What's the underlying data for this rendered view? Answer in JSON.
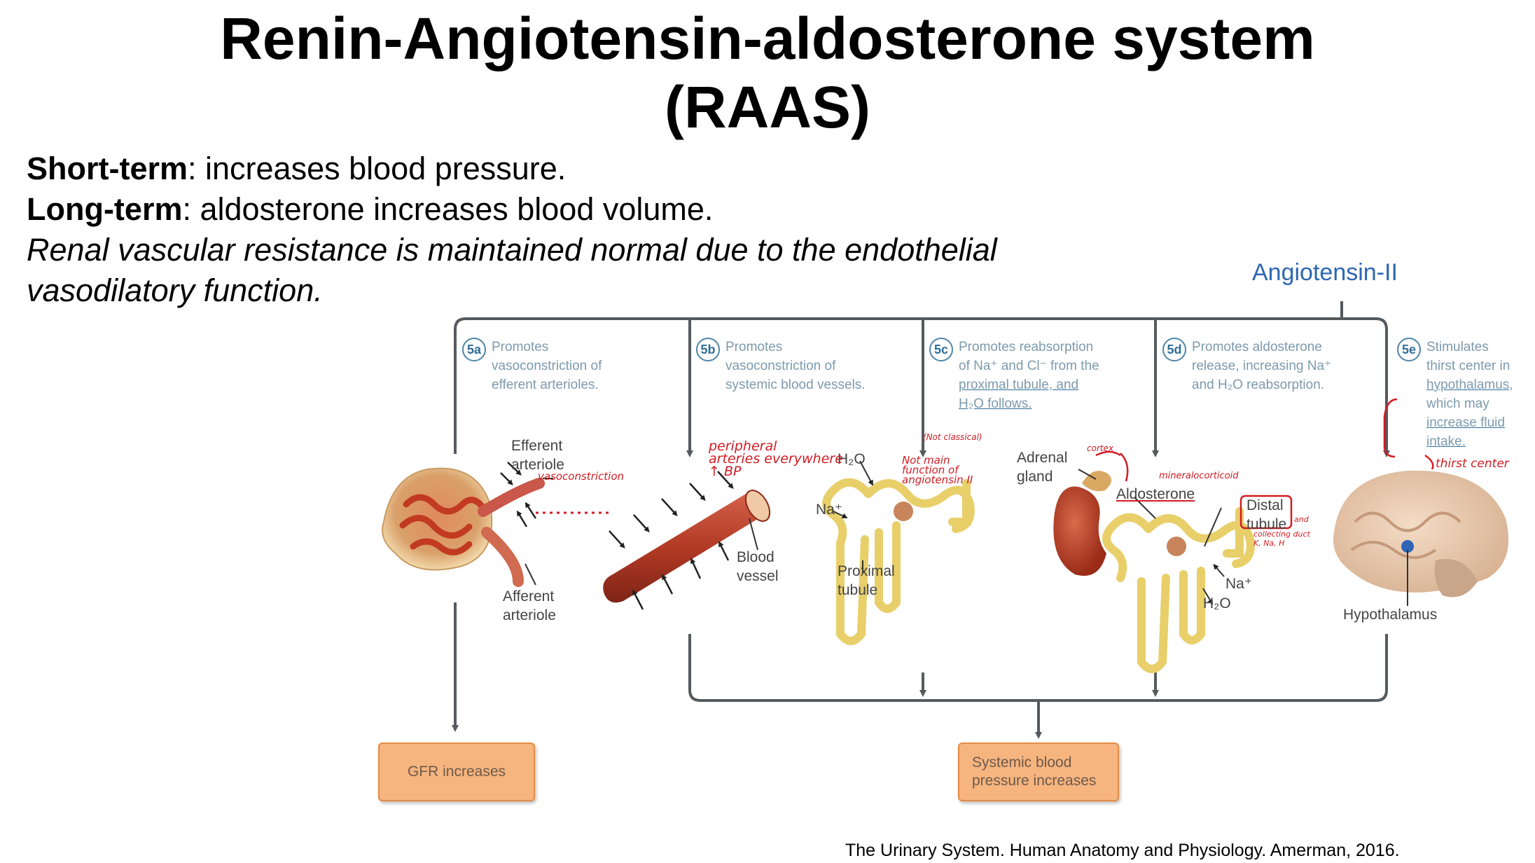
{
  "title": {
    "line1": "Renin-Angiotensin-aldosterone system",
    "line2": "(RAAS)"
  },
  "intro": {
    "short_label": "Short-term",
    "short_text": ":  increases blood pressure.",
    "long_label": "Long-term",
    "long_text": ": aldosterone increases blood volume.",
    "renal_line1": "Renal vascular resistance is maintained normal due to the endothelial",
    "renal_line2": "vasodilatory function."
  },
  "angiotensin_label": "Angiotensin-II",
  "steps": [
    {
      "num": "5a",
      "lines": [
        "Promotes",
        "vasoconstriction of",
        "efferent arterioles."
      ]
    },
    {
      "num": "5b",
      "lines": [
        "Promotes",
        "vasoconstriction of",
        "systemic blood vessels."
      ]
    },
    {
      "num": "5c",
      "lines": [
        "Promotes reabsorption",
        "of Na⁺ and Cl⁻ from the",
        "proximal tubule, and",
        "H₂O follows."
      ]
    },
    {
      "num": "5d",
      "lines": [
        "Promotes aldosterone",
        "release, increasing Na⁺",
        "and H₂O reabsorption."
      ]
    },
    {
      "num": "5e",
      "lines": [
        "Stimulates",
        "thirst center in",
        "hypothalamus,",
        "which may",
        "increase fluid",
        "intake."
      ]
    }
  ],
  "labels": {
    "efferent": [
      "Efferent",
      "arteriole"
    ],
    "afferent": [
      "Afferent",
      "arteriole"
    ],
    "blood_vessel": [
      "Blood",
      "vessel"
    ],
    "h2o_top": "H₂O",
    "na_left": "Na⁺",
    "proximal": [
      "Proximal",
      "tubule"
    ],
    "adrenal": [
      "Adrenal",
      "gland"
    ],
    "aldosterone": "Aldosterone",
    "distal": [
      "Distal",
      "tubule"
    ],
    "na_right": "Na⁺",
    "h2o_right": "H₂O",
    "hypothalamus": "Hypothalamus"
  },
  "annotations": {
    "vasoconstriction": "vasoconstriction",
    "peripheral": [
      "peripheral",
      "arteries everywhere",
      "↑ BP"
    ],
    "not_classical": "(Not classical)",
    "not_main": [
      "Not main",
      "function of",
      "angiotensin II"
    ],
    "cortex": "cortex",
    "mineralocorticoid": "mineralocorticoid",
    "and": "and",
    "collecting": [
      "collecting duct",
      "K, Na, H"
    ],
    "thirst": "thirst center"
  },
  "outcomes": {
    "gfr": "GFR increases",
    "systemic": [
      "Systemic blood",
      "pressure increases"
    ]
  },
  "citation": "The Urinary System.  Human Anatomy and Physiology.  Amerman, 2016.",
  "colors": {
    "arrow": "#555a5e",
    "step_text": "#7d9aad",
    "angiotensin": "#2e66b3",
    "annotation": "#d21c24",
    "box_fill": "#f6b47e"
  }
}
